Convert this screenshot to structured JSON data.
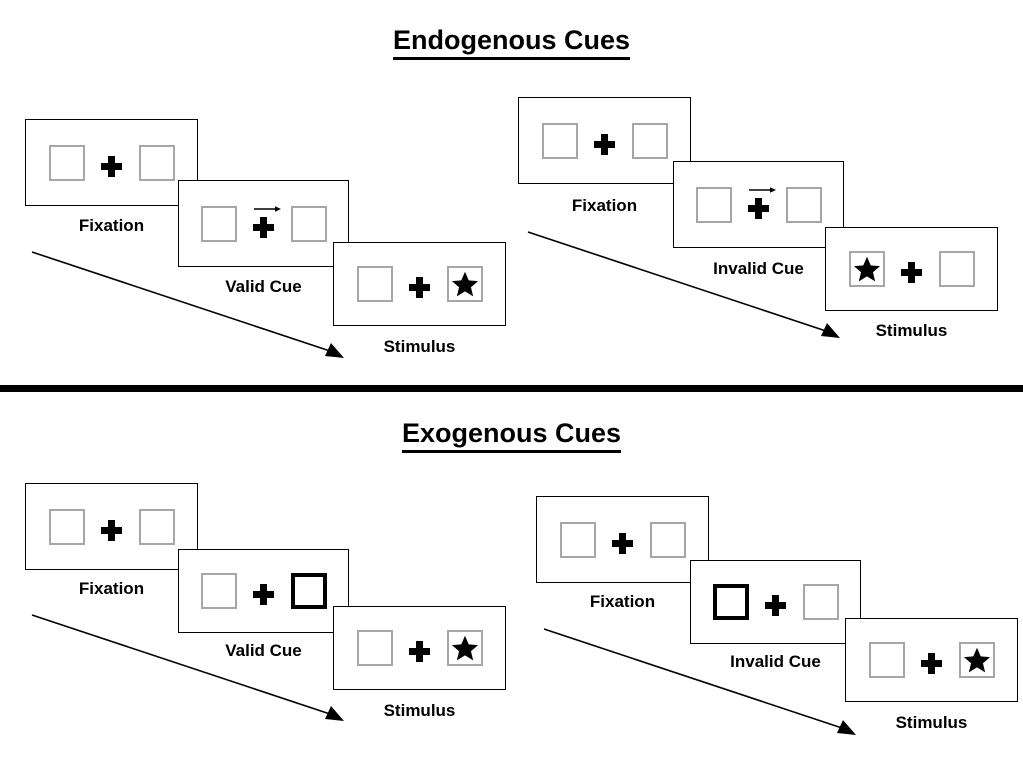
{
  "figure": {
    "divider_color": "#000000",
    "box_outline_color": "#a6a6a6",
    "cued_box_outline_color": "#000000",
    "marker_color": "#000000"
  },
  "sections": [
    {
      "id": "endogenous",
      "title": "Endogenous Cues",
      "sequences": [
        {
          "id": "endogenous-valid",
          "cue_type": "endogenous",
          "validity": "valid",
          "frames": [
            {
              "caption": "Fixation",
              "left_box": {
                "cued": false,
                "stimulus": "none"
              },
              "right_box": {
                "cued": false,
                "stimulus": "none"
              },
              "center": {
                "fixation_cross": true,
                "arrow": "none"
              }
            },
            {
              "caption": "Valid Cue",
              "left_box": {
                "cued": false,
                "stimulus": "none"
              },
              "right_box": {
                "cued": false,
                "stimulus": "none"
              },
              "center": {
                "fixation_cross": true,
                "arrow": "right"
              }
            },
            {
              "caption": "Stimulus",
              "left_box": {
                "cued": false,
                "stimulus": "none"
              },
              "right_box": {
                "cued": false,
                "stimulus": "star"
              },
              "center": {
                "fixation_cross": true,
                "arrow": "none"
              }
            }
          ]
        },
        {
          "id": "endogenous-invalid",
          "cue_type": "endogenous",
          "validity": "invalid",
          "frames": [
            {
              "caption": "Fixation",
              "left_box": {
                "cued": false,
                "stimulus": "none"
              },
              "right_box": {
                "cued": false,
                "stimulus": "none"
              },
              "center": {
                "fixation_cross": true,
                "arrow": "none"
              }
            },
            {
              "caption": "Invalid Cue",
              "left_box": {
                "cued": false,
                "stimulus": "none"
              },
              "right_box": {
                "cued": false,
                "stimulus": "none"
              },
              "center": {
                "fixation_cross": true,
                "arrow": "right"
              }
            },
            {
              "caption": "Stimulus",
              "left_box": {
                "cued": false,
                "stimulus": "star"
              },
              "right_box": {
                "cued": false,
                "stimulus": "none"
              },
              "center": {
                "fixation_cross": true,
                "arrow": "none"
              }
            }
          ]
        }
      ]
    },
    {
      "id": "exogenous",
      "title": "Exogenous Cues",
      "sequences": [
        {
          "id": "exogenous-valid",
          "cue_type": "exogenous",
          "validity": "valid",
          "frames": [
            {
              "caption": "Fixation",
              "left_box": {
                "cued": false,
                "stimulus": "none"
              },
              "right_box": {
                "cued": false,
                "stimulus": "none"
              },
              "center": {
                "fixation_cross": true,
                "arrow": "none"
              }
            },
            {
              "caption": "Valid Cue",
              "left_box": {
                "cued": false,
                "stimulus": "none"
              },
              "right_box": {
                "cued": true,
                "stimulus": "none"
              },
              "center": {
                "fixation_cross": true,
                "arrow": "none"
              }
            },
            {
              "caption": "Stimulus",
              "left_box": {
                "cued": false,
                "stimulus": "none"
              },
              "right_box": {
                "cued": false,
                "stimulus": "star"
              },
              "center": {
                "fixation_cross": true,
                "arrow": "none"
              }
            }
          ]
        },
        {
          "id": "exogenous-invalid",
          "cue_type": "exogenous",
          "validity": "invalid",
          "frames": [
            {
              "caption": "Fixation",
              "left_box": {
                "cued": false,
                "stimulus": "none"
              },
              "right_box": {
                "cued": false,
                "stimulus": "none"
              },
              "center": {
                "fixation_cross": true,
                "arrow": "none"
              }
            },
            {
              "caption": "Invalid Cue",
              "left_box": {
                "cued": true,
                "stimulus": "none"
              },
              "right_box": {
                "cued": false,
                "stimulus": "none"
              },
              "center": {
                "fixation_cross": true,
                "arrow": "none"
              }
            },
            {
              "caption": "Stimulus",
              "left_box": {
                "cued": false,
                "stimulus": "none"
              },
              "right_box": {
                "cued": false,
                "stimulus": "star"
              },
              "center": {
                "fixation_cross": true,
                "arrow": "none"
              }
            }
          ]
        }
      ]
    }
  ]
}
